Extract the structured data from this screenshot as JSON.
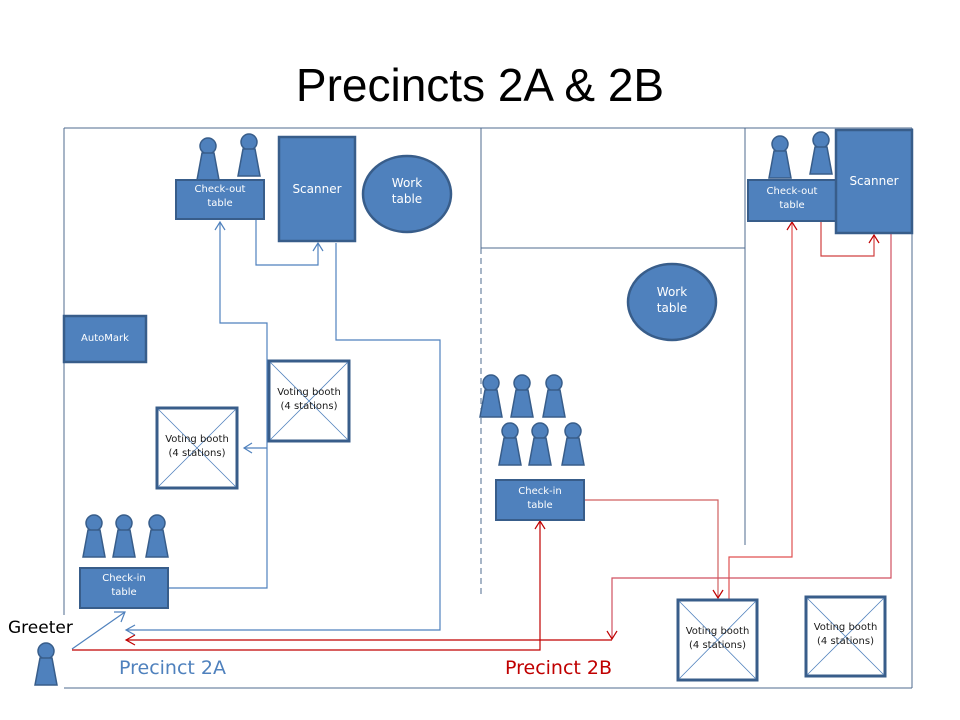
{
  "title": "Precincts 2A & 2B",
  "colors": {
    "shape_fill": "#4F81BD",
    "shape_border": "#385D8A",
    "flow_2a": "#4F81BD",
    "flow_2b": "#C00000",
    "walls": "#4F6B8F"
  },
  "greeter": {
    "label": "Greeter"
  },
  "precinct_2a": {
    "label": "Precinct 2A",
    "checkout_table": "Check-out table",
    "checkout_line1": "Check-out",
    "checkout_line2": "table",
    "scanner": "Scanner",
    "work_table_line1": "Work",
    "work_table_line2": "table",
    "automark": "AutoMark",
    "booths": [
      {
        "line1": "Voting booth",
        "line2": "(4 stations)"
      },
      {
        "line1": "Voting booth",
        "line2": "(4 stations)"
      }
    ],
    "checkin_line1": "Check-in",
    "checkin_line2": "table"
  },
  "precinct_2b": {
    "label": "Precinct 2B",
    "checkout_line1": "Check-out",
    "checkout_line2": "table",
    "scanner": "Scanner",
    "work_table_line1": "Work",
    "work_table_line2": "table",
    "booths": [
      {
        "line1": "Voting booth",
        "line2": "(4 stations)"
      },
      {
        "line1": "Voting booth",
        "line2": "(4 stations)"
      }
    ],
    "checkin_line1": "Check-in",
    "checkin_line2": "table"
  }
}
